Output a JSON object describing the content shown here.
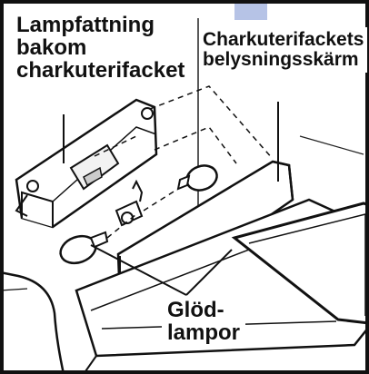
{
  "labels": {
    "holder": {
      "line1": "Lampfattning",
      "line2": "bakom",
      "line3": "charkuterifacket"
    },
    "shield": {
      "line1": "Charkuterifackets",
      "line2": "belysningsskärm"
    },
    "bulbs": {
      "line1": "Glöd-",
      "line2": "lampor"
    }
  },
  "colors": {
    "frame": "#111111",
    "side_panel": "#b6c3e6",
    "background": "#ffffff"
  }
}
